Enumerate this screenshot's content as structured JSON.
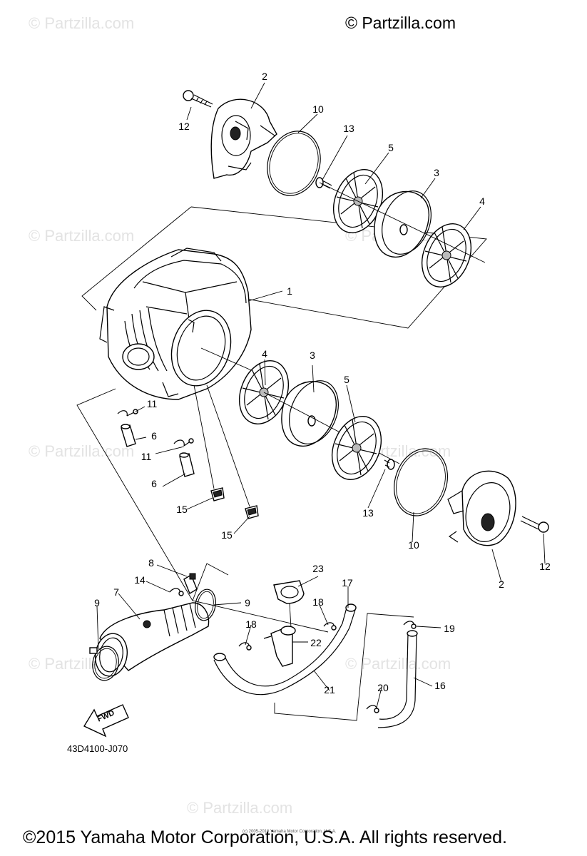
{
  "watermarks": [
    "© Partzilla.com",
    "© Partzilla.com",
    "© Partzilla.com",
    "© Partzilla.com",
    "© Partzilla.com",
    "© Partzilla.com",
    "© Partzilla.com",
    "© Partzilla.com"
  ],
  "copyright_top": "© Partzilla.com",
  "diagram_code": "43D4100-J070",
  "fwd_label": "FWD",
  "tiny_credit": "(c) 2005-2016 Yamaha Motor Corporation, U.S.A.",
  "copyright_bottom": "©2015 Yamaha Motor Corporation, U.S.A. All rights reserved.",
  "callouts": [
    "2",
    "12",
    "10",
    "13",
    "5",
    "3",
    "4",
    "1",
    "4",
    "3",
    "5",
    "11",
    "6",
    "11",
    "6",
    "15",
    "15",
    "13",
    "10",
    "12",
    "2",
    "8",
    "14",
    "7",
    "9",
    "9",
    "23",
    "17",
    "18",
    "18",
    "22",
    "19",
    "21",
    "20",
    "16"
  ],
  "colors": {
    "line": "#000000",
    "watermark": "#e3e3e3",
    "background": "#ffffff"
  }
}
